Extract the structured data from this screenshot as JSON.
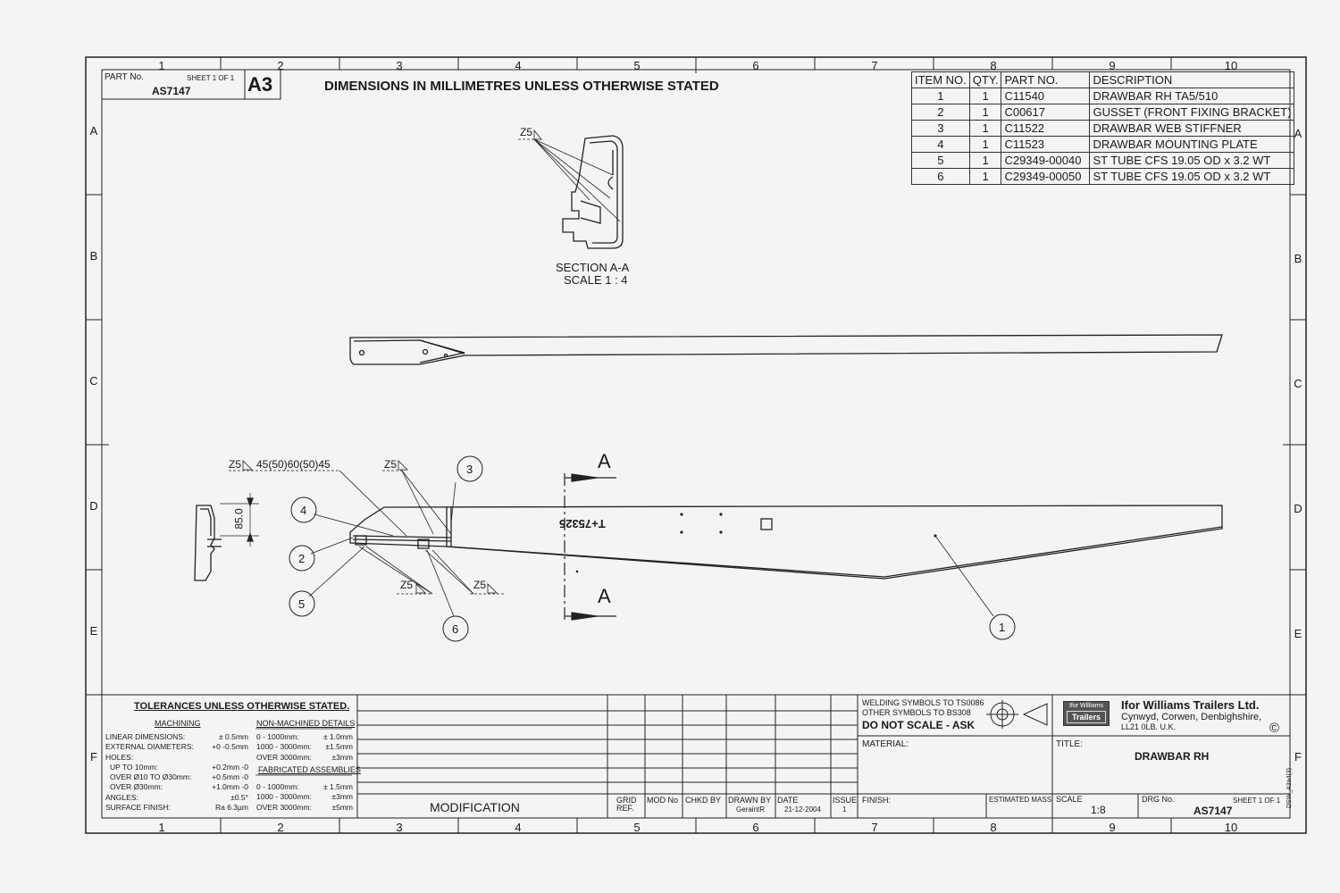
{
  "header": {
    "part_no_label": "PART No.",
    "part_no": "AS7147",
    "sheet": "SHEET 1 OF 1",
    "size": "A3",
    "title_note": "DIMENSIONS IN MILLIMETRES UNLESS OTHERWISE STATED"
  },
  "columns": [
    "1",
    "2",
    "3",
    "4",
    "5",
    "6",
    "7",
    "8",
    "9",
    "10"
  ],
  "rows": [
    "A",
    "B",
    "C",
    "D",
    "E",
    "F"
  ],
  "bom": {
    "headers": [
      "ITEM NO.",
      "QTY.",
      "PART NO.",
      "DESCRIPTION"
    ],
    "rows": [
      [
        "1",
        "1",
        "C11540",
        "DRAWBAR RH TA5/510"
      ],
      [
        "2",
        "1",
        "C00617",
        "GUSSET (FRONT FIXING BRACKET)"
      ],
      [
        "3",
        "1",
        "C11522",
        "DRAWBAR WEB STIFFNER"
      ],
      [
        "4",
        "1",
        "C11523",
        "DRAWBAR MOUNTING PLATE"
      ],
      [
        "5",
        "1",
        "C29349-00040",
        "ST TUBE CFS 19.05 OD x 3.2 WT"
      ],
      [
        "6",
        "1",
        "C29349-00050",
        "ST TUBE CFS 19.05 OD x 3.2 WT"
      ]
    ]
  },
  "section": {
    "weld": "Z5",
    "label": "SECTION A-A",
    "scale": "SCALE 1 : 4"
  },
  "main_view": {
    "weld_main": "Z5",
    "weld_pattern": "45(50)60(50)45",
    "weld_top": "Z5",
    "weld_bottom_left": "Z5",
    "weld_bottom_right": "Z5",
    "dimension": "85.0",
    "stamp": "T+75325",
    "section_mark": "A",
    "balloons": [
      "1",
      "2",
      "3",
      "4",
      "5",
      "6"
    ]
  },
  "tolerances": {
    "title": "TOLERANCES UNLESS OTHERWISE STATED.",
    "machining": "MACHINING",
    "non_machined": "NON-MACHINED DETAILS",
    "fabricated": "FABRICATED ASSEMBLIES",
    "left_lines": [
      [
        "LINEAR DIMENSIONS:",
        "± 0.5mm"
      ],
      [
        "EXTERNAL DIAMETERS:",
        "+0 -0.5mm"
      ],
      [
        "HOLES:",
        ""
      ],
      [
        "UP TO 10mm:",
        "+0.2mm -0"
      ],
      [
        "OVER Ø10 TO Ø30mm:",
        "+0.5mm -0"
      ],
      [
        "OVER Ø30mm:",
        "+1.0mm -0"
      ],
      [
        "ANGLES:",
        "±0.5°"
      ],
      [
        "SURFACE FINISH:",
        "Ra 6.3µm"
      ]
    ],
    "nm_lines": [
      [
        "0 - 1000mm:",
        "± 1.0mm"
      ],
      [
        "1000 - 3000mm:",
        "±1.5mm"
      ],
      [
        "OVER 3000mm:",
        "±3mm"
      ]
    ],
    "fa_lines": [
      [
        "0 - 1000mm:",
        "± 1.5mm"
      ],
      [
        "1000 - 3000mm:",
        "±3mm"
      ],
      [
        "OVER 3000mm:",
        "±5mm"
      ]
    ]
  },
  "title_block": {
    "modification": "MODIFICATION",
    "grid_ref": "GRID REF.",
    "mod_no": "MOD No",
    "chkd_by": "CHKD BY",
    "drawn_by": "DRAWN BY",
    "drawn_by_value": "GeraintR",
    "date": "DATE",
    "date_value": "21-12-2004",
    "issue": "ISSUE",
    "issue_value": "1",
    "welding_1": "WELDING SYMBOLS TO TS0086",
    "welding_2": "OTHER SYMBOLS TO BS308",
    "do_not_scale": "DO NOT SCALE - ASK",
    "material": "MATERIAL:",
    "finish": "FINISH:",
    "estimated_mass": "ESTIMATED MASS",
    "company": "Ifor Williams Trailers Ltd.",
    "address_1": "Cynwyd, Corwen, Denbighshire,",
    "address_2": "LL21 0LB. U.K.",
    "logo_line_1": "Ifor Williams",
    "logo_line_2": "Trailers",
    "copyright": "©",
    "title_label": "TITLE:",
    "title": "DRAWBAR RH",
    "scale_label": "SCALE",
    "scale_value": "1:8",
    "drg_no_label": "DRG No.",
    "sheet": "SHEET 1 OF 1",
    "drg_no": "AS7147",
    "margin_code": "DSW_A3a4(3)"
  }
}
